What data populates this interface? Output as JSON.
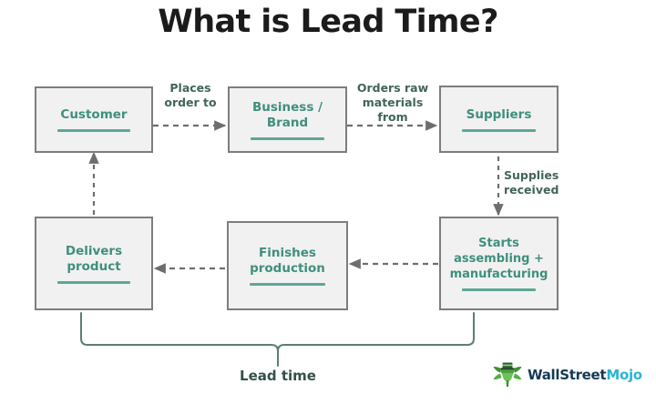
{
  "title": "What is Lead Time?",
  "colors": {
    "node_fill": "#f1f1f1",
    "node_border": "#7d7d7d",
    "node_text": "#3f8f7e",
    "node_rule": "#5aa895",
    "edge_label_text": "#41655a",
    "arrow": "#6e6e6e",
    "bracket": "#5c7d75",
    "bracket_label_text": "#33504a",
    "title_text": "#1b1b1b",
    "logo_primary": "#143a55",
    "logo_accent": "#2bb3d4",
    "logo_mark": "#4a9c3d"
  },
  "nodes": [
    {
      "id": "customer",
      "label": "Customer"
    },
    {
      "id": "business",
      "label": "Business /\nBrand"
    },
    {
      "id": "suppliers",
      "label": "Suppliers"
    },
    {
      "id": "assembling",
      "label": "Starts\nassembling +\nmanufacturing"
    },
    {
      "id": "finishes",
      "label": "Finishes\nproduction"
    },
    {
      "id": "delivers",
      "label": "Delivers\nproduct"
    }
  ],
  "edges": [
    {
      "id": "customer-to-business",
      "label": "Places\norder to",
      "from": "customer",
      "to": "business"
    },
    {
      "id": "business-to-suppliers",
      "label": "Orders raw\nmaterials\nfrom",
      "from": "business",
      "to": "suppliers"
    },
    {
      "id": "suppliers-to-assembling",
      "label": "Supplies\nreceived",
      "from": "suppliers",
      "to": "assembling"
    },
    {
      "id": "assembling-to-finishes",
      "label": "",
      "from": "assembling",
      "to": "finishes"
    },
    {
      "id": "finishes-to-delivers",
      "label": "",
      "from": "finishes",
      "to": "delivers"
    },
    {
      "id": "delivers-to-customer",
      "label": "",
      "from": "delivers",
      "to": "customer"
    }
  ],
  "bracket": {
    "label": "Lead time"
  },
  "logo": {
    "mark": "bull-head-icon",
    "text_primary": "WallStreet",
    "text_accent": "Mojo"
  }
}
